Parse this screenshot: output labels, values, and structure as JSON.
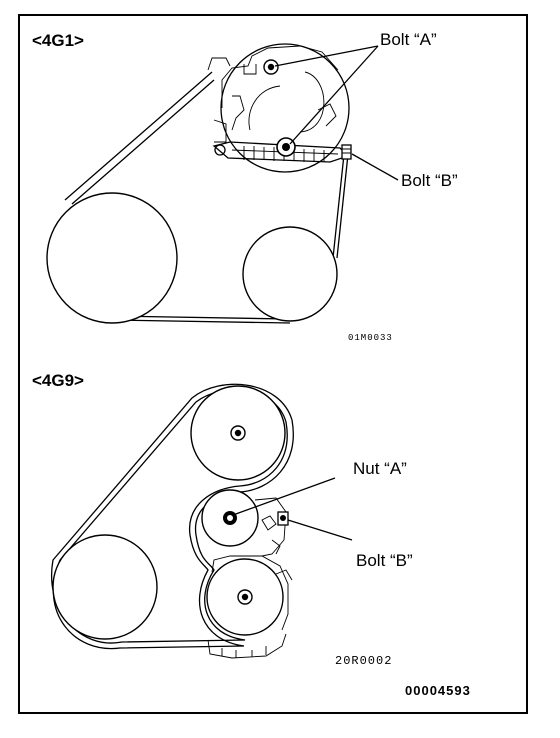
{
  "upper": {
    "heading": "<4G1>",
    "bolt_a": "Bolt “A”",
    "bolt_b": "Bolt “B”",
    "code": "01M0033"
  },
  "lower": {
    "heading": "<4G9>",
    "nut_a": "Nut “A”",
    "bolt_b": "Bolt “B”",
    "code": "20R0002"
  },
  "figure_number": "00004593"
}
